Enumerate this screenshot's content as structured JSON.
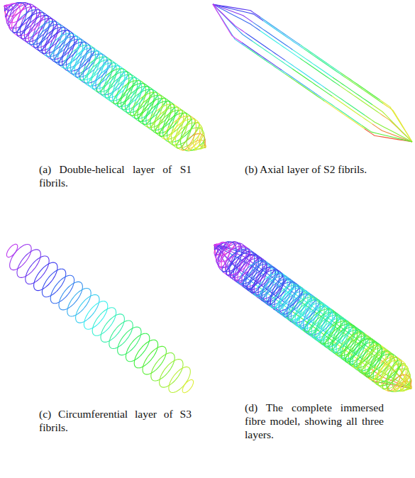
{
  "diagram": {
    "labels": [
      "(a) Double-helical layer of S1 fibrils.",
      "(b) Axial layer of S2 fibrils.",
      "(c) Circumferential layer of S3 fibrils.",
      "(d) The complete immersed fibre model, showing all three layers."
    ]
  }
}
